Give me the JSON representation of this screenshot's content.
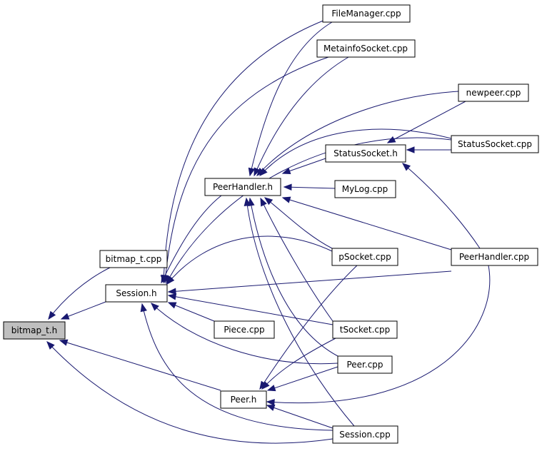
{
  "graph": {
    "nodes": [
      {
        "id": "bitmap_t_h",
        "label": "bitmap_t.h",
        "highlight": true
      },
      {
        "id": "bitmap_t_cpp",
        "label": "bitmap_t.cpp"
      },
      {
        "id": "session_h",
        "label": "Session.h"
      },
      {
        "id": "peerhandler_h",
        "label": "PeerHandler.h"
      },
      {
        "id": "peer_h",
        "label": "Peer.h"
      },
      {
        "id": "filemanager_cpp",
        "label": "FileManager.cpp"
      },
      {
        "id": "metainfosocket_cpp",
        "label": "MetainfoSocket.cpp"
      },
      {
        "id": "newpeer_cpp",
        "label": "newpeer.cpp"
      },
      {
        "id": "statussocket_h",
        "label": "StatusSocket.h"
      },
      {
        "id": "statussocket_cpp",
        "label": "StatusSocket.cpp"
      },
      {
        "id": "mylog_cpp",
        "label": "MyLog.cpp"
      },
      {
        "id": "psocket_cpp",
        "label": "pSocket.cpp"
      },
      {
        "id": "peerhandler_cpp",
        "label": "PeerHandler.cpp"
      },
      {
        "id": "piece_cpp",
        "label": "Piece.cpp"
      },
      {
        "id": "tsocket_cpp",
        "label": "tSocket.cpp"
      },
      {
        "id": "peer_cpp",
        "label": "Peer.cpp"
      },
      {
        "id": "session_cpp",
        "label": "Session.cpp"
      }
    ],
    "edges": [
      {
        "from": "bitmap_t_cpp",
        "to": "bitmap_t_h"
      },
      {
        "from": "session_h",
        "to": "bitmap_t_h"
      },
      {
        "from": "peer_h",
        "to": "bitmap_t_h"
      },
      {
        "from": "session_cpp",
        "to": "bitmap_t_h"
      },
      {
        "from": "peerhandler_h",
        "to": "session_h"
      },
      {
        "from": "filemanager_cpp",
        "to": "session_h"
      },
      {
        "from": "metainfosocket_cpp",
        "to": "session_h"
      },
      {
        "from": "statussocket_cpp",
        "to": "session_h"
      },
      {
        "from": "psocket_cpp",
        "to": "session_h"
      },
      {
        "from": "peerhandler_cpp",
        "to": "session_h"
      },
      {
        "from": "piece_cpp",
        "to": "session_h"
      },
      {
        "from": "tsocket_cpp",
        "to": "session_h"
      },
      {
        "from": "peer_cpp",
        "to": "session_h"
      },
      {
        "from": "session_cpp",
        "to": "session_h"
      },
      {
        "from": "filemanager_cpp",
        "to": "peerhandler_h"
      },
      {
        "from": "metainfosocket_cpp",
        "to": "peerhandler_h"
      },
      {
        "from": "newpeer_cpp",
        "to": "peerhandler_h"
      },
      {
        "from": "statussocket_h",
        "to": "peerhandler_h"
      },
      {
        "from": "statussocket_cpp",
        "to": "peerhandler_h"
      },
      {
        "from": "mylog_cpp",
        "to": "peerhandler_h"
      },
      {
        "from": "psocket_cpp",
        "to": "peerhandler_h"
      },
      {
        "from": "peerhandler_cpp",
        "to": "peerhandler_h"
      },
      {
        "from": "tsocket_cpp",
        "to": "peerhandler_h"
      },
      {
        "from": "peer_cpp",
        "to": "peerhandler_h"
      },
      {
        "from": "session_cpp",
        "to": "peerhandler_h"
      },
      {
        "from": "newpeer_cpp",
        "to": "statussocket_h"
      },
      {
        "from": "statussocket_cpp",
        "to": "statussocket_h"
      },
      {
        "from": "peerhandler_cpp",
        "to": "statussocket_h"
      },
      {
        "from": "psocket_cpp",
        "to": "peer_h"
      },
      {
        "from": "tsocket_cpp",
        "to": "peer_h"
      },
      {
        "from": "peer_cpp",
        "to": "peer_h"
      },
      {
        "from": "peerhandler_cpp",
        "to": "peer_h"
      },
      {
        "from": "session_cpp",
        "to": "peer_h"
      }
    ]
  }
}
